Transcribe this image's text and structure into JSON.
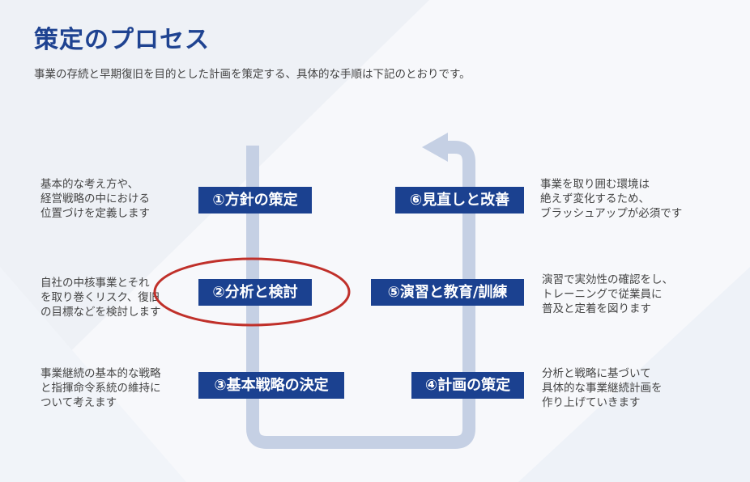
{
  "title": "策定のプロセス",
  "subtitle": "事業の存続と早期復旧を目的とした計画を策定する、具体的な手順は下記のとおりです。",
  "steps": [
    {
      "label": "①方針の策定",
      "desc": "基本的な考え方や、\n経営戦略の中における\n位置づけを定義します"
    },
    {
      "label": "②分析と検討",
      "desc": "自社の中核事業とそれ\nを取り巻くリスク、復旧\nの目標などを検討します"
    },
    {
      "label": "③基本戦略の決定",
      "desc": "事業継続の基本的な戦略\nと指揮命令系統の維持に\nついて考えます"
    },
    {
      "label": "④計画の策定",
      "desc": "分析と戦略に基づいて\n具体的な事業継続計画を\n作り上げていきます"
    },
    {
      "label": "⑤演習と教育/訓練",
      "desc": "演習で実効性の確認をし、\nトレーニングで従業員に\n普及と定着を図ります"
    },
    {
      "label": "⑥見直しと改善",
      "desc": "事業を取り囲む環境は\n絶えず変化するため、\nブラッシュアップが必須です"
    }
  ],
  "colors": {
    "accent": "#1b4190",
    "flow": "#c5d0e4",
    "highlight": "#c0302a"
  }
}
